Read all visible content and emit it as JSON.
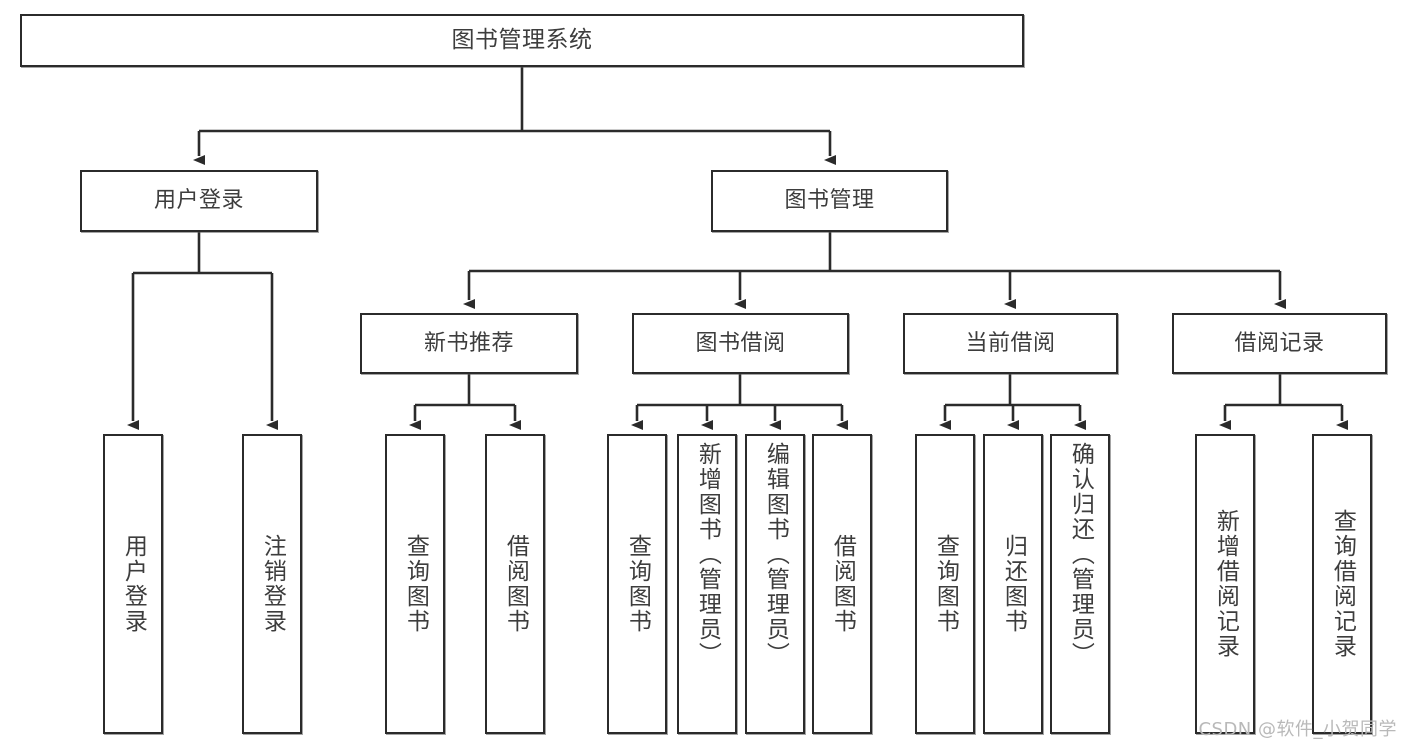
{
  "diagram": {
    "title": "图书管理系统",
    "type": "tree",
    "watermark": "CSDN @软件_小贺同学",
    "colors": {
      "box_border": "#2b2b2b",
      "box_fill": "#ffffff",
      "text": "#3d3d3d",
      "edge": "#2b2b2b",
      "watermark": "#b9b9b9",
      "background": "#ffffff"
    },
    "nodes": {
      "root": {
        "label": "图书管理系统"
      },
      "level1": [
        {
          "id": "user-login",
          "label": "用户登录"
        },
        {
          "id": "book-management",
          "label": "图书管理"
        }
      ],
      "level2": [
        {
          "id": "new-book-recommend",
          "label": "新书推荐"
        },
        {
          "id": "book-borrow",
          "label": "图书借阅"
        },
        {
          "id": "current-borrow",
          "label": "当前借阅"
        },
        {
          "id": "borrow-record",
          "label": "借阅记录"
        }
      ],
      "leaves": {
        "user_login": [
          {
            "id": "leaf-user-login",
            "label": "用户登录"
          },
          {
            "id": "leaf-logout-login",
            "label": "注销登录"
          }
        ],
        "new_book_recommend": [
          {
            "id": "leaf-query-book-1",
            "label": "查询图书"
          },
          {
            "id": "leaf-borrow-book-1",
            "label": "借阅图书"
          }
        ],
        "book_borrow": [
          {
            "id": "leaf-query-book-2",
            "label": "查询图书"
          },
          {
            "id": "leaf-add-book",
            "label": "新增图书（管理员）"
          },
          {
            "id": "leaf-edit-book",
            "label": "编辑图书（管理员）"
          },
          {
            "id": "leaf-borrow-book-2",
            "label": "借阅图书"
          }
        ],
        "current_borrow": [
          {
            "id": "leaf-query-book-3",
            "label": "查询图书"
          },
          {
            "id": "leaf-return-book",
            "label": "归还图书"
          },
          {
            "id": "leaf-confirm-return",
            "label": "确认归还（管理员）"
          }
        ],
        "borrow_record": [
          {
            "id": "leaf-add-borrow-record",
            "label": "新增借阅记录"
          },
          {
            "id": "leaf-query-borrow-record",
            "label": "查询借阅记录"
          }
        ]
      }
    }
  }
}
